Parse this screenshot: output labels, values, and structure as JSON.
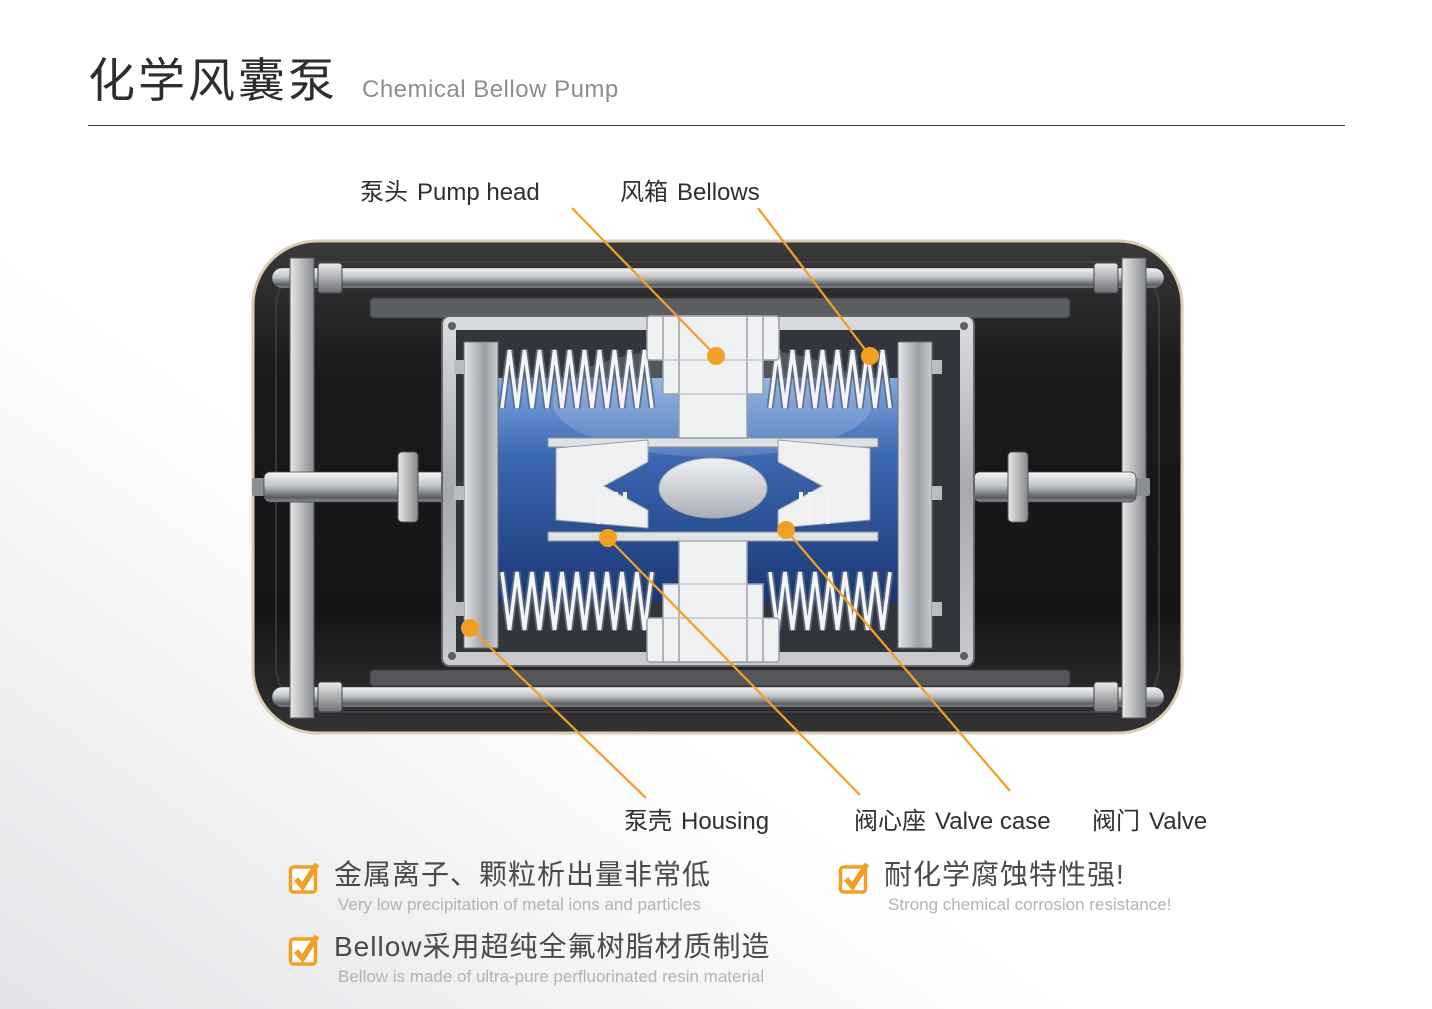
{
  "header": {
    "title_zh": "化学风囊泵",
    "title_en": "Chemical Bellow Pump"
  },
  "part_labels": {
    "pump_head": {
      "zh": "泵头",
      "en": "Pump head"
    },
    "bellows": {
      "zh": "风箱",
      "en": "Bellows"
    },
    "housing": {
      "zh": "泵壳",
      "en": "Housing"
    },
    "valve_case": {
      "zh": "阀心座",
      "en": "Valve case"
    },
    "valve": {
      "zh": "阀门",
      "en": "Valve"
    }
  },
  "features": [
    {
      "zh": "金属离子、颗粒析出量非常低",
      "en": "Very low precipitation of metal ions and particles"
    },
    {
      "zh": "耐化学腐蚀特性强!",
      "en": "Strong chemical corrosion resistance!"
    },
    {
      "zh": "Bellow采用超纯全氟树脂材质制造",
      "en": "Bellow is made of ultra-pure perfluorinated resin material"
    }
  ],
  "colors": {
    "accent": "#F2A024"
  }
}
